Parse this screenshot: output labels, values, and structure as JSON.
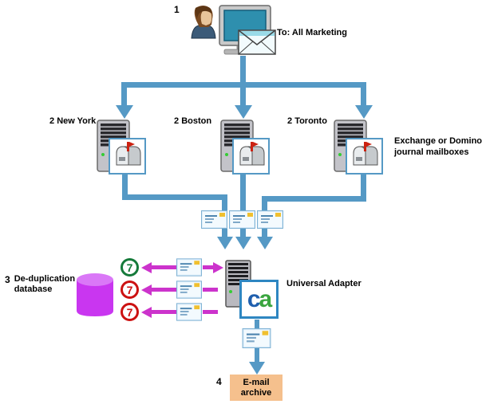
{
  "diagram": {
    "step1": {
      "number": "1",
      "message_to": "To:  All Marketing"
    },
    "sites": [
      {
        "number": "2",
        "name": "New York"
      },
      {
        "number": "2",
        "name": "Boston"
      },
      {
        "number": "2",
        "name": "Toronto"
      }
    ],
    "mailbox_caption": {
      "line1": "Exchange  or Domino",
      "line2": "journal mailboxes"
    },
    "step3": {
      "number": "3",
      "line1": "De-duplication",
      "line2": "database"
    },
    "dedup_counters": [
      {
        "value": "7",
        "status_color": "#157a3a"
      },
      {
        "value": "7",
        "status_color": "#cc1111"
      },
      {
        "value": "7",
        "status_color": "#cc1111"
      }
    ],
    "adapter": {
      "label": "Universal Adapter",
      "logo_c": "c",
      "logo_a": "a"
    },
    "step4": {
      "number": "4",
      "line1": "E-mail",
      "line2": "archive"
    },
    "colors": {
      "flow_blue": "#5599c5",
      "magenta": "#cc33cc",
      "database_purple": "#c936f0",
      "archive_fill": "#f5c08d",
      "ca_blue": "#1f5fae",
      "ca_green": "#3aa53f"
    }
  }
}
